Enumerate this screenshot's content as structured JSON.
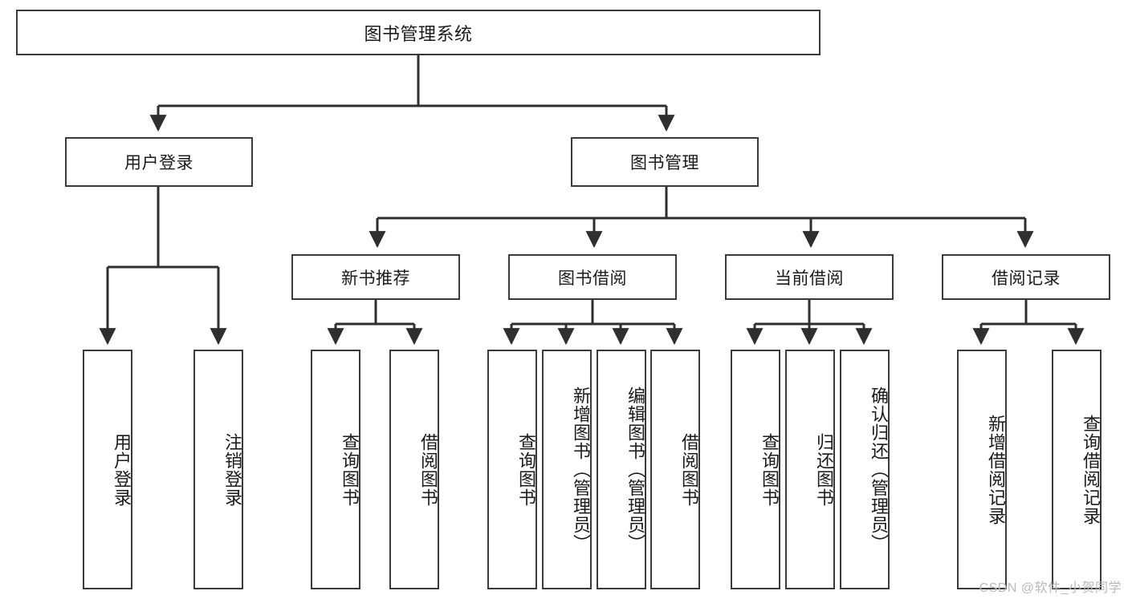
{
  "diagram": {
    "title": "图书管理系统",
    "type": "tree-hierarchy-chart",
    "colors": {
      "box_border": "#3a3a3a",
      "box_fill": "#ffffff",
      "edge": "#2f2f2f",
      "text": "#1a1a1a",
      "watermark": "#b9b9b9"
    },
    "root": {
      "label": "图书管理系统"
    },
    "level1": [
      {
        "label": "用户登录"
      },
      {
        "label": "图书管理"
      }
    ],
    "level2": [
      {
        "label": "新书推荐"
      },
      {
        "label": "图书借阅"
      },
      {
        "label": "当前借阅"
      },
      {
        "label": "借阅记录"
      }
    ],
    "leaves": {
      "user_login": [
        {
          "label": "用户登录"
        },
        {
          "label": "注销登录"
        }
      ],
      "new_book_recommend": [
        {
          "label": "查询图书"
        },
        {
          "label": "借阅图书"
        }
      ],
      "book_borrow": [
        {
          "label": "查询图书"
        },
        {
          "label": "新增图书（管理员）"
        },
        {
          "label": "编辑图书（管理员）"
        },
        {
          "label": "借阅图书"
        }
      ],
      "current_borrow": [
        {
          "label": "查询图书"
        },
        {
          "label": "归还图书"
        },
        {
          "label": "确认归还（管理员）"
        }
      ],
      "borrow_record": [
        {
          "label": "新增借阅记录"
        },
        {
          "label": "查询借阅记录"
        }
      ]
    }
  },
  "watermark": {
    "text": "CSDN @软件_小贺同学"
  }
}
